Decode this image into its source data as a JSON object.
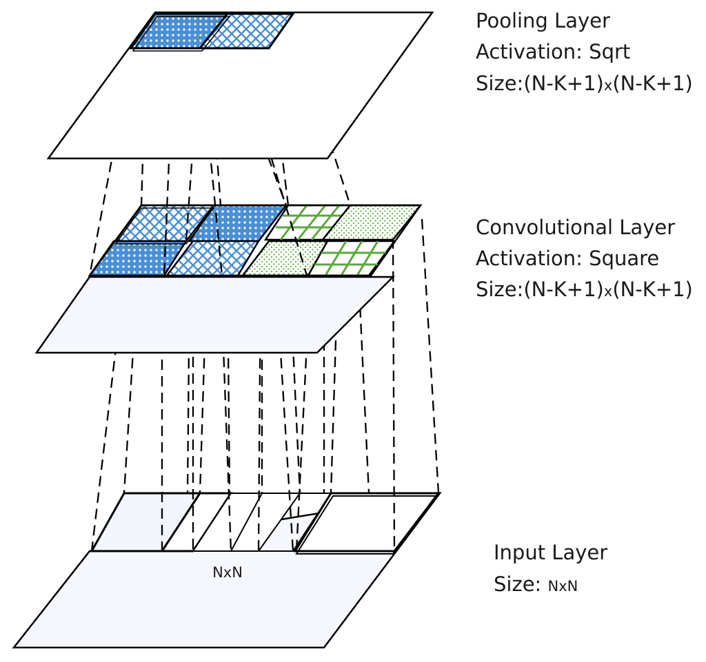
{
  "layers": {
    "pooling": {
      "name": "Pooling Layer",
      "activation_line": "Activation: Sqrt",
      "size_prefix": "Size:",
      "size_a": "(N-K+1)",
      "size_x": "x",
      "size_b": "(N-K+1)"
    },
    "convolutional": {
      "name": "Convolutional Layer",
      "activation_line": "Activation: Square",
      "size_prefix": "Size:",
      "size_a": "(N-K+1)",
      "size_x": "x",
      "size_b": "(N-K+1)"
    },
    "input": {
      "name": "Input Layer",
      "size_prefix": "Size: ",
      "size_value": "NxN",
      "plane_label": "NxN"
    }
  },
  "colors": {
    "blue_pattern": "#4a8fd4",
    "green_pattern": "#5aa83c",
    "plane_fill": "#f5f7fc",
    "outline": "#000000"
  }
}
